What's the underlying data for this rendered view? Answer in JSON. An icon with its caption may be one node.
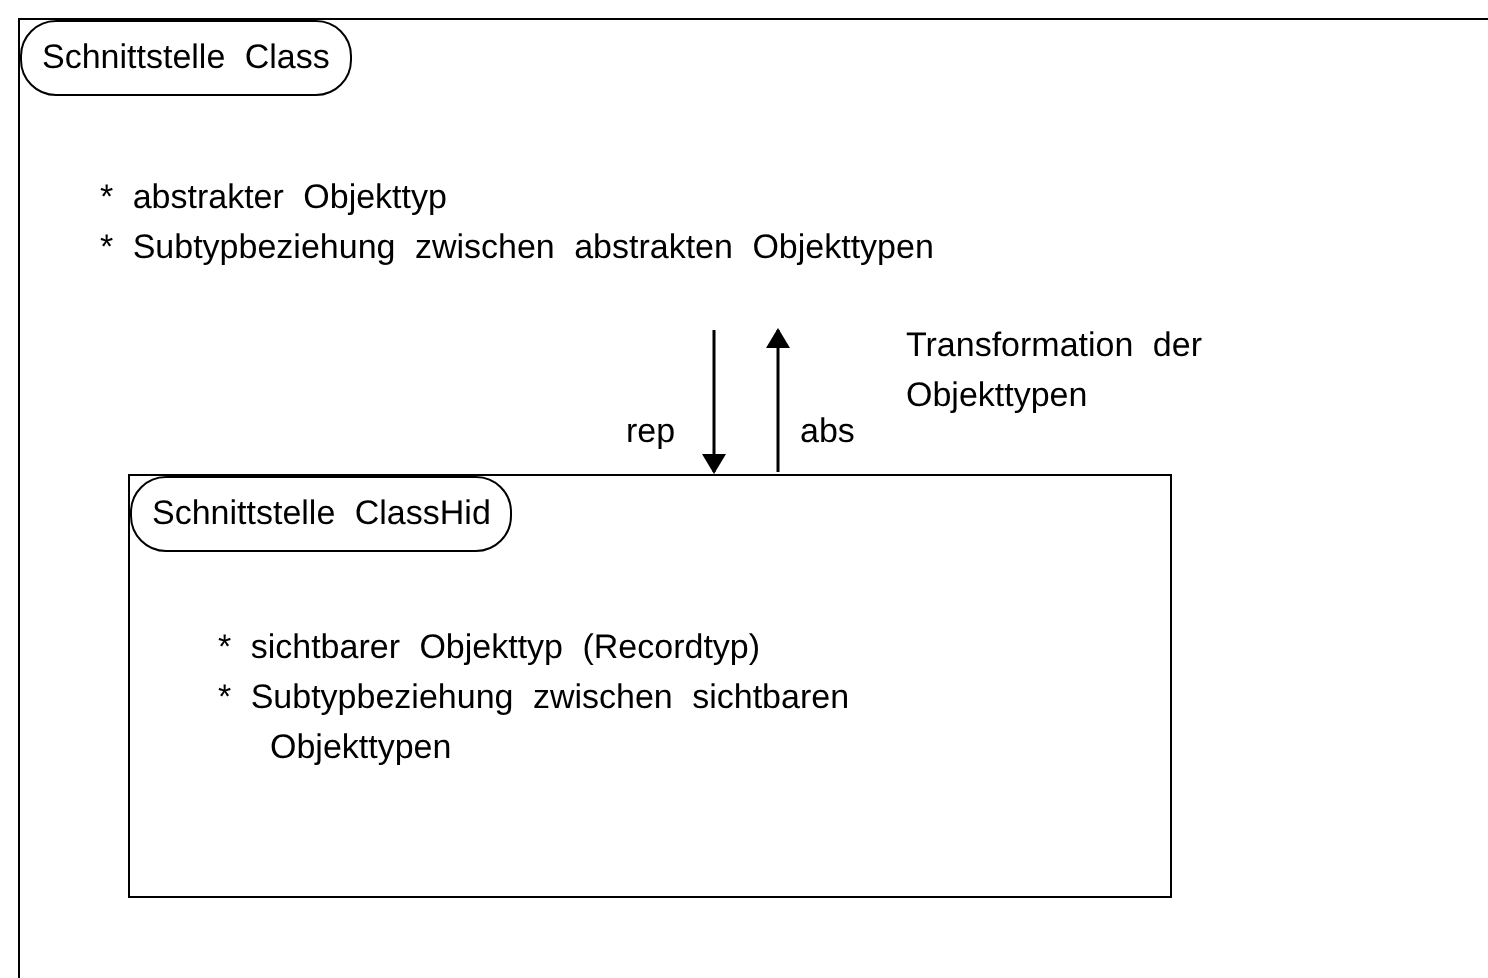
{
  "diagram": {
    "nodes": [
      {
        "text": [
          "Schnittstelle Class",
          "* abstrakter Objekttyp",
          "* Subtypbeziehung zwischen abstrakten Objekttypen"
        ]
      },
      {
        "text": [
          "Schnittstelle ClassHid",
          "* sichtbarer Objekttyp (Recordtyp)",
          "* Subtypbeziehung zwischen sichtbaren Objekttypen"
        ],
        "in": 0
      }
    ],
    "edges": [
      {
        "from": null,
        "to": 1,
        "arrow": "to",
        "label": "rep"
      },
      {
        "from": 1,
        "to": null,
        "arrow": "to",
        "label": "abs"
      }
    ],
    "labels": [
      "Transformation der Objekttypen"
    ]
  }
}
